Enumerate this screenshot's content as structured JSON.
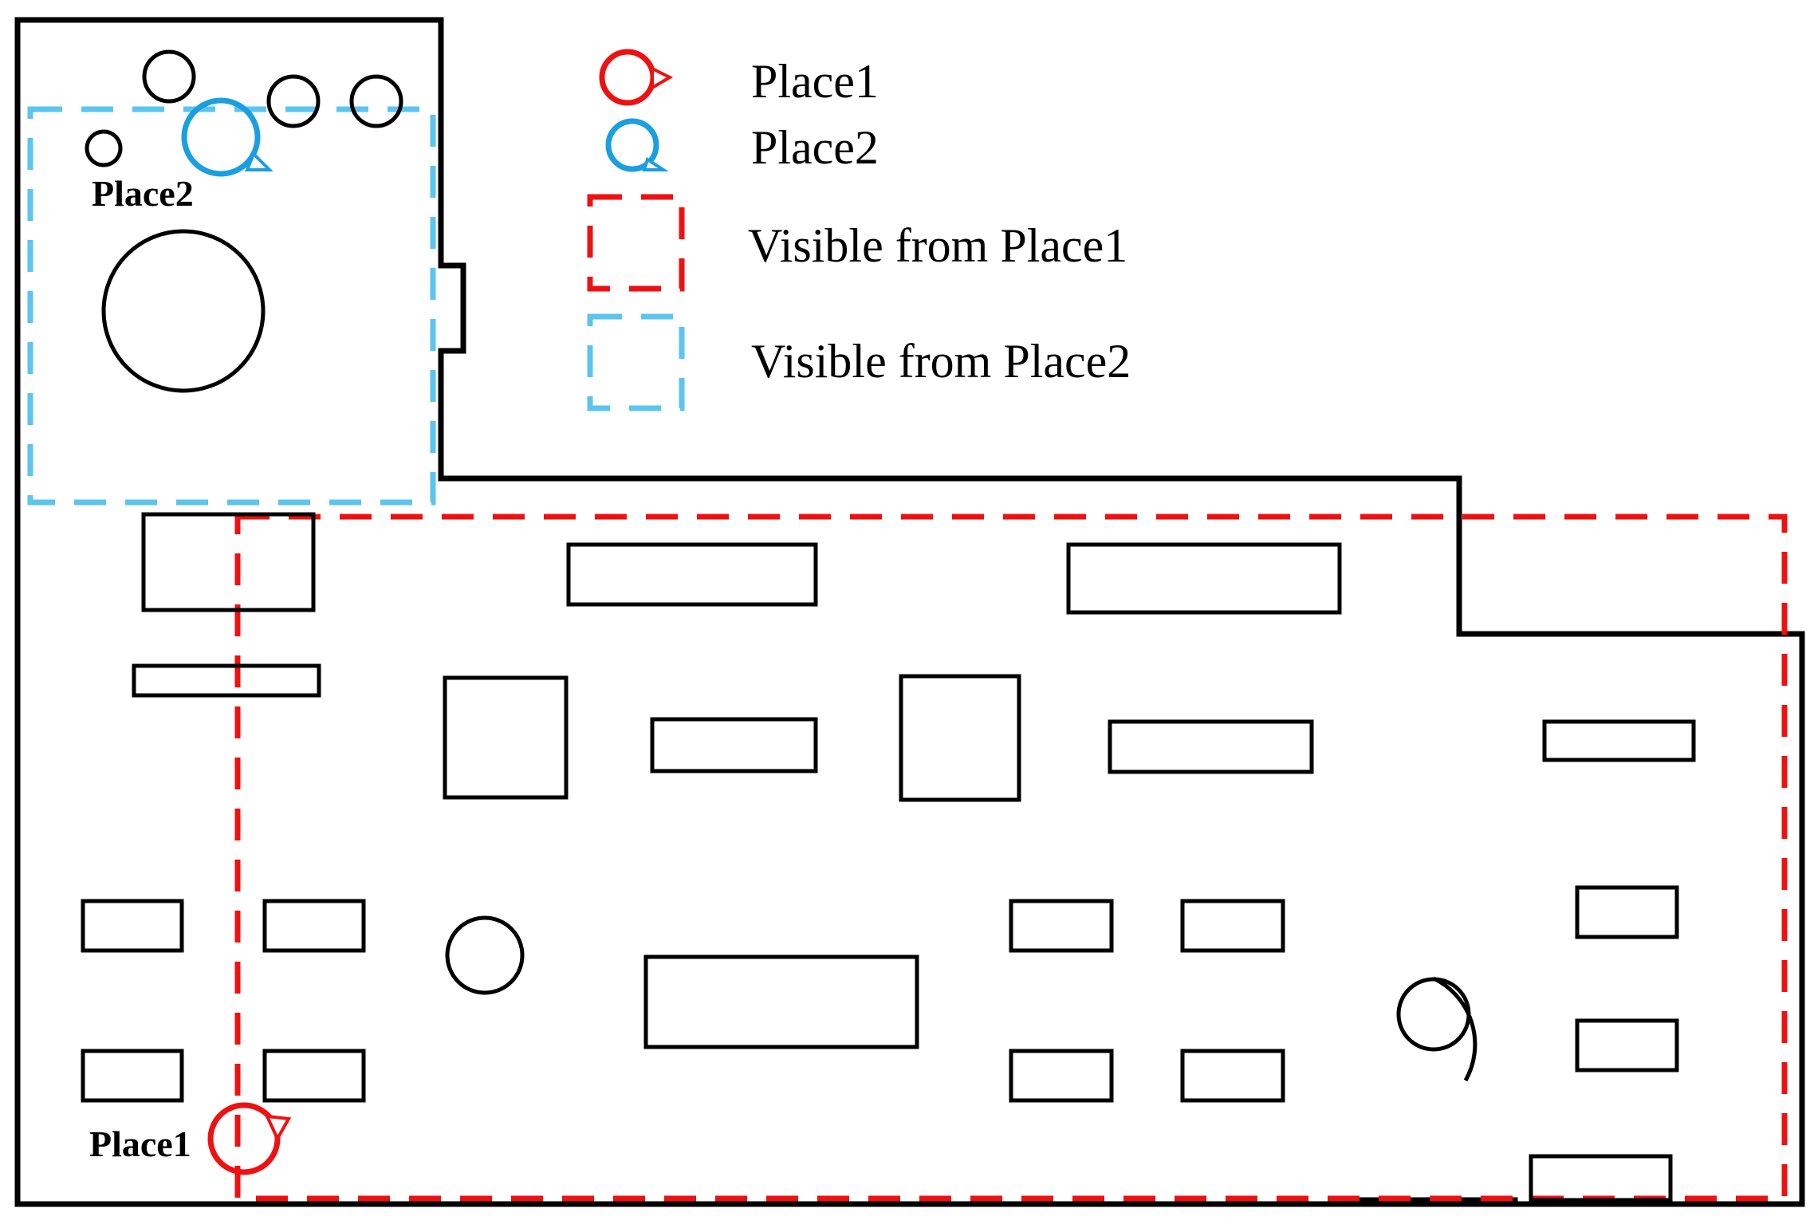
{
  "legend": {
    "place1": "Place1",
    "place2": "Place2",
    "visible1": "Visible from Place1",
    "visible2": "Visible from Place2"
  },
  "labels": {
    "place1": "Place1",
    "place2": "Place2"
  },
  "colors": {
    "place1": "#ee1111",
    "place2": "#1a9fe0",
    "visible1": "#ee1111",
    "visible2": "#5bc4ef",
    "walls": "#000000"
  }
}
